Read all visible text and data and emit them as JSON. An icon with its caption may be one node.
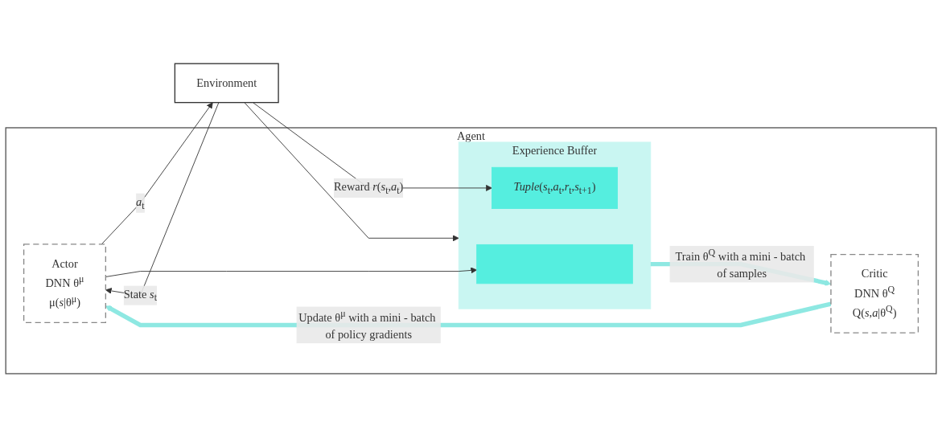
{
  "diagram": {
    "nodes": [
      {
        "text": [
          "Agent"
        ]
      },
      {
        "text": [
          "Actor",
          "DNN θ$^{μ}$",
          "μ(*s*|θ$^{μ}$)"
        ],
        "in": 0
      },
      {
        "text": [
          "Critic",
          "DNN θ$^{Q}$",
          "Q(*s*,*a*|θ$^{Q}$)"
        ],
        "in": 0
      },
      {
        "text": [
          "Experience Buffer"
        ],
        "in": 0
      },
      {
        "text": [],
        "shape": "bar",
        "in": 3
      },
      {
        "text": [
          "*Tuple*(*s*$_{t}$,*a*$_{t}$,*r*$_{t}$,*s*$_{t+1}$)"
        ],
        "in": 3
      },
      {
        "text": [
          "Environment"
        ]
      }
    ],
    "edges": [
      {
        "from": 1,
        "to": 6,
        "arrow": "to",
        "label": "*a*$_{t}$"
      },
      {
        "from": 1,
        "to": 4,
        "arrow": "to"
      },
      {
        "from": 6,
        "to": 5,
        "arrow": "to",
        "label": "Reward *r*(*s*$_{t}$,*a*$_{t}$)"
      },
      {
        "from": 6,
        "to": 1,
        "arrow": "to",
        "label": "State *s*$_{t}$"
      },
      {
        "from": 6,
        "to": 3,
        "arrow": "to"
      },
      {
        "from": 3,
        "to": 2,
        "arrow": "to",
        "label": "Train θ$^{Q}$ with a mini - batch of samples",
        "style": "thick",
        "color": "#8ee8e2"
      },
      {
        "from": 2,
        "to": 1,
        "arrow": "to",
        "label": "Update θ$^{μ}$ with a mini - batch of policy gradients",
        "style": "thick",
        "color": "#8ee8e2"
      }
    ]
  }
}
